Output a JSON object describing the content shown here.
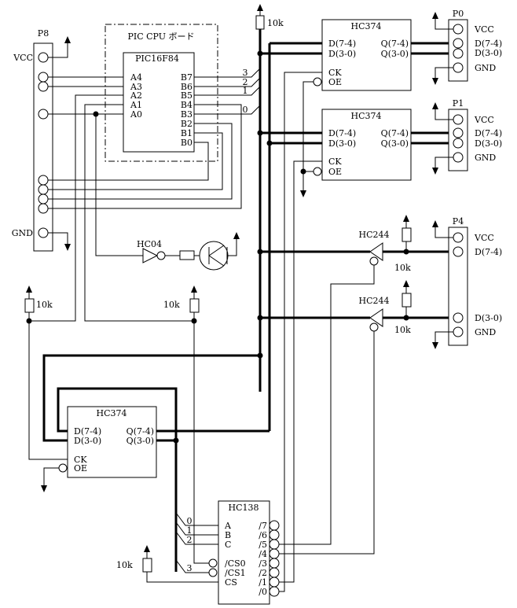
{
  "title": "PIC CPU ボード",
  "pic": {
    "chip": "PIC16F84",
    "left_pins": [
      "A4",
      "A3",
      "A2",
      "A1",
      "A0"
    ],
    "right_pins": [
      "B7",
      "B6",
      "B5",
      "B4",
      "B3",
      "B2",
      "B1",
      "B0"
    ]
  },
  "p8": {
    "label": "P8",
    "vcc": "VCC",
    "gnd": "GND"
  },
  "bus_bits": [
    "3",
    "2",
    "1",
    "0"
  ],
  "resistor": "10k",
  "hc374": {
    "name": "HC374",
    "d74": "D(7-4)",
    "d30": "D(3-0)",
    "q74": "Q(7-4)",
    "q30": "Q(3-0)",
    "ck": "CK",
    "oe": "OE"
  },
  "p0": {
    "label": "P0",
    "pins": [
      "VCC",
      "D(7-4)",
      "D(3-0)",
      "GND"
    ]
  },
  "p1": {
    "label": "P1",
    "pins": [
      "VCC",
      "D(7-4)",
      "D(3-0)",
      "GND"
    ]
  },
  "p4": {
    "label": "P4",
    "pins": [
      "VCC",
      "D(7-4)",
      "D(3-0)",
      "GND"
    ]
  },
  "hc244": "HC244",
  "hc04": "HC04",
  "hc138": {
    "name": "HC138",
    "inputs": [
      "A",
      "B",
      "C",
      "/CS0",
      "/CS1",
      "CS"
    ],
    "outputs": [
      "/7",
      "/6",
      "/5",
      "/4",
      "/3",
      "/2",
      "/1",
      "/0"
    ],
    "bits": [
      "0",
      "1",
      "2",
      "3"
    ]
  }
}
